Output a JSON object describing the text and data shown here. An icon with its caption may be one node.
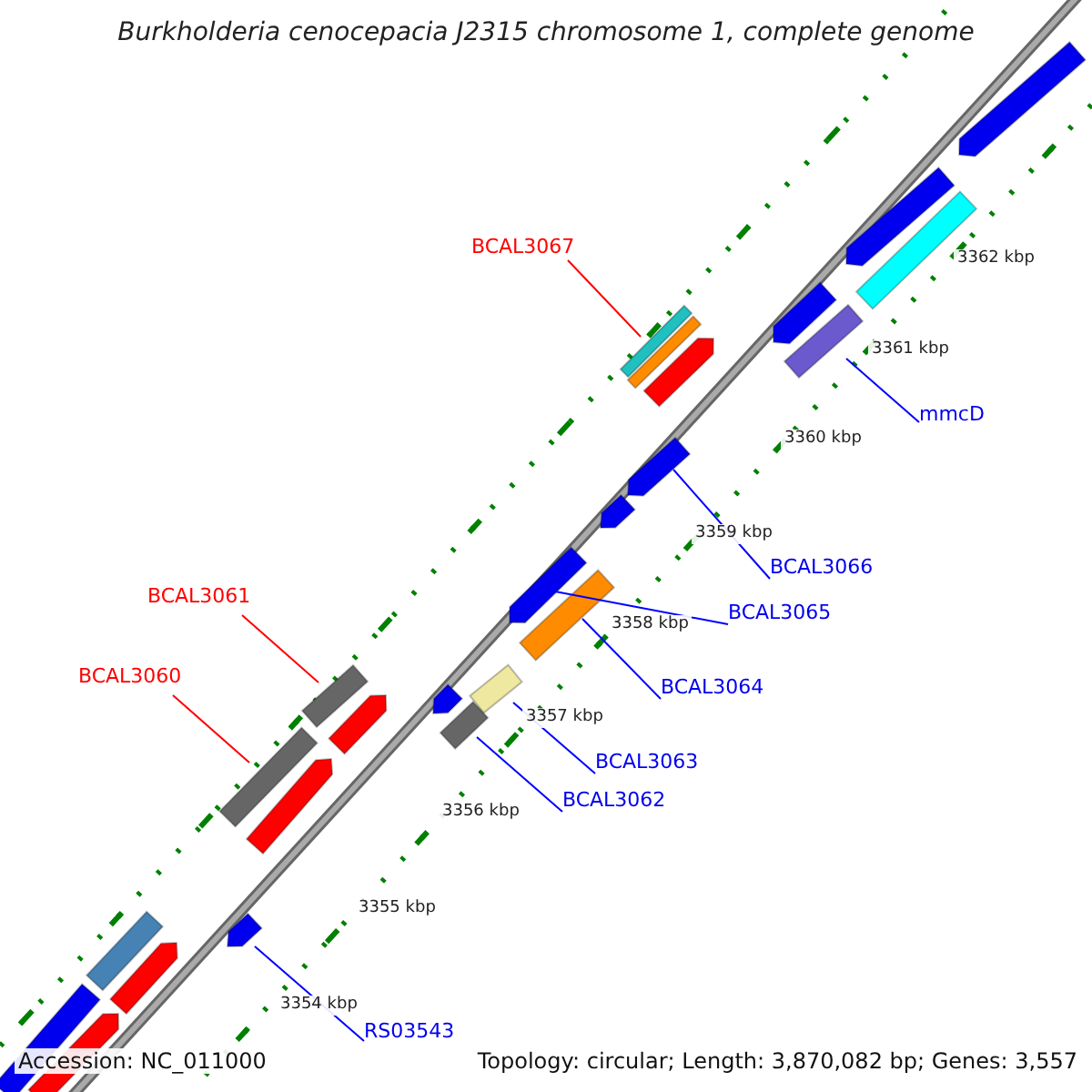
{
  "diagram": {
    "title": "Burkholderia cenocepacia J2315 chromosome 1, complete genome",
    "nodes": [
      {
        "text": [
          "BCAL3067"
        ]
      },
      {
        "text": [
          "mmcD"
        ]
      },
      {
        "text": [
          "BCAL3066"
        ]
      },
      {
        "text": [
          "BCAL3065"
        ]
      },
      {
        "text": [
          "BCAL3061"
        ]
      },
      {
        "text": [
          "BCAL3064"
        ]
      },
      {
        "text": [
          "BCAL3060"
        ]
      },
      {
        "text": [
          "BCAL3063"
        ]
      },
      {
        "text": [
          "BCAL3062"
        ]
      },
      {
        "text": [
          "RS03543"
        ]
      },
      {
        "text": [],
        "shape": "bar"
      },
      {
        "text": [],
        "shape": "bar"
      },
      {
        "text": [],
        "shape": "bar"
      },
      {
        "text": [],
        "shape": "bar"
      },
      {
        "text": [],
        "shape": "bar"
      },
      {
        "text": [],
        "shape": "bar"
      },
      {
        "text": [],
        "shape": "bar"
      },
      {
        "text": [],
        "shape": "bar"
      },
      {
        "text": [],
        "shape": "bar"
      },
      {
        "text": [],
        "shape": "bar"
      },
      {
        "text": [],
        "shape": "bar"
      },
      {
        "text": [],
        "shape": "bar"
      },
      {
        "text": [],
        "shape": "bar"
      },
      {
        "text": [],
        "shape": "bar"
      },
      {
        "text": [],
        "shape": "bar"
      },
      {
        "text": [],
        "shape": "bar"
      },
      {
        "text": [],
        "shape": "bar"
      },
      {
        "text": [],
        "shape": "bar"
      },
      {
        "text": [],
        "shape": "bar"
      },
      {
        "text": [],
        "shape": "bar"
      },
      {
        "text": [],
        "shape": "bar"
      },
      {
        "text": [],
        "shape": "bar"
      },
      {
        "text": [],
        "shape": "bar"
      },
      {
        "text": [],
        "shape": "bar"
      }
    ],
    "edges": [
      {
        "from": 0,
        "to": 10,
        "arrow": "none",
        "color": "#ff0000"
      },
      {
        "from": 1,
        "to": 11,
        "arrow": "none"
      },
      {
        "from": 2,
        "to": 12,
        "arrow": "none"
      },
      {
        "from": 3,
        "to": 13,
        "arrow": "none"
      },
      {
        "from": 4,
        "to": 16,
        "arrow": "none",
        "color": "#ff0000"
      },
      {
        "from": 5,
        "to": 14,
        "arrow": "none"
      },
      {
        "from": 6,
        "to": 18,
        "arrow": "none",
        "color": "#ff0000"
      },
      {
        "from": 7,
        "to": 15,
        "arrow": "none"
      },
      {
        "from": 8,
        "to": 17,
        "arrow": "none"
      },
      {
        "from": 9,
        "to": 19,
        "arrow": "none"
      }
    ],
    "labels": [
      "3362 kbp",
      "3361 kbp",
      "3360 kbp",
      "3359 kbp",
      "3358 kbp",
      "3357 kbp",
      "3356 kbp",
      "3355 kbp",
      "3354 kbp",
      "Accession: NC_011000",
      "Topology: circular; Length: 3,870,082 bp; Genes: 3,557"
    ]
  }
}
